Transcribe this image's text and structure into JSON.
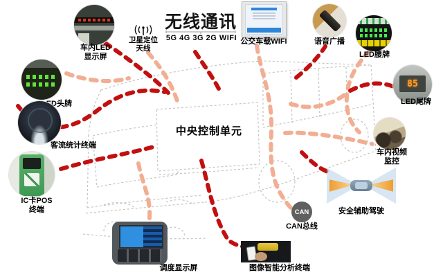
{
  "title": "无线通讯",
  "networks": "5G 4G 3G 2G WIFI",
  "central_unit": {
    "label": "中央控制单元"
  },
  "satellite": {
    "line1": "卫星定位",
    "line2": "天线"
  },
  "nodes": {
    "cabin_led": {
      "line1": "车内LED",
      "line2": "显示屏"
    },
    "led_head": {
      "label": "LED头牌"
    },
    "passenger": {
      "label": "客流统计终端"
    },
    "ic_pos": {
      "line1": "IC卡POS",
      "line2": "终端"
    },
    "dispatch": {
      "label": "调度显示屏"
    },
    "image_analysis": {
      "label": "图像智能分析终端"
    },
    "can": {
      "circle": "CAN",
      "label": "CAN总线"
    },
    "adas": {
      "label": "安全辅助驾驶"
    },
    "cabin_video": {
      "line1": "车内视频",
      "line2": "监控"
    },
    "led_tail": {
      "label": "LED尾牌",
      "display": "85"
    },
    "led_waist": {
      "label": "LED腰牌"
    },
    "voice": {
      "label": "语音广播"
    },
    "bus_wifi": {
      "label": "公交车载WIFI"
    }
  },
  "colors": {
    "title_color": "#151515",
    "connector_red": "#c21010",
    "connector_salmon": "#f2ae92",
    "bus_outline": "#c4c4c4"
  }
}
